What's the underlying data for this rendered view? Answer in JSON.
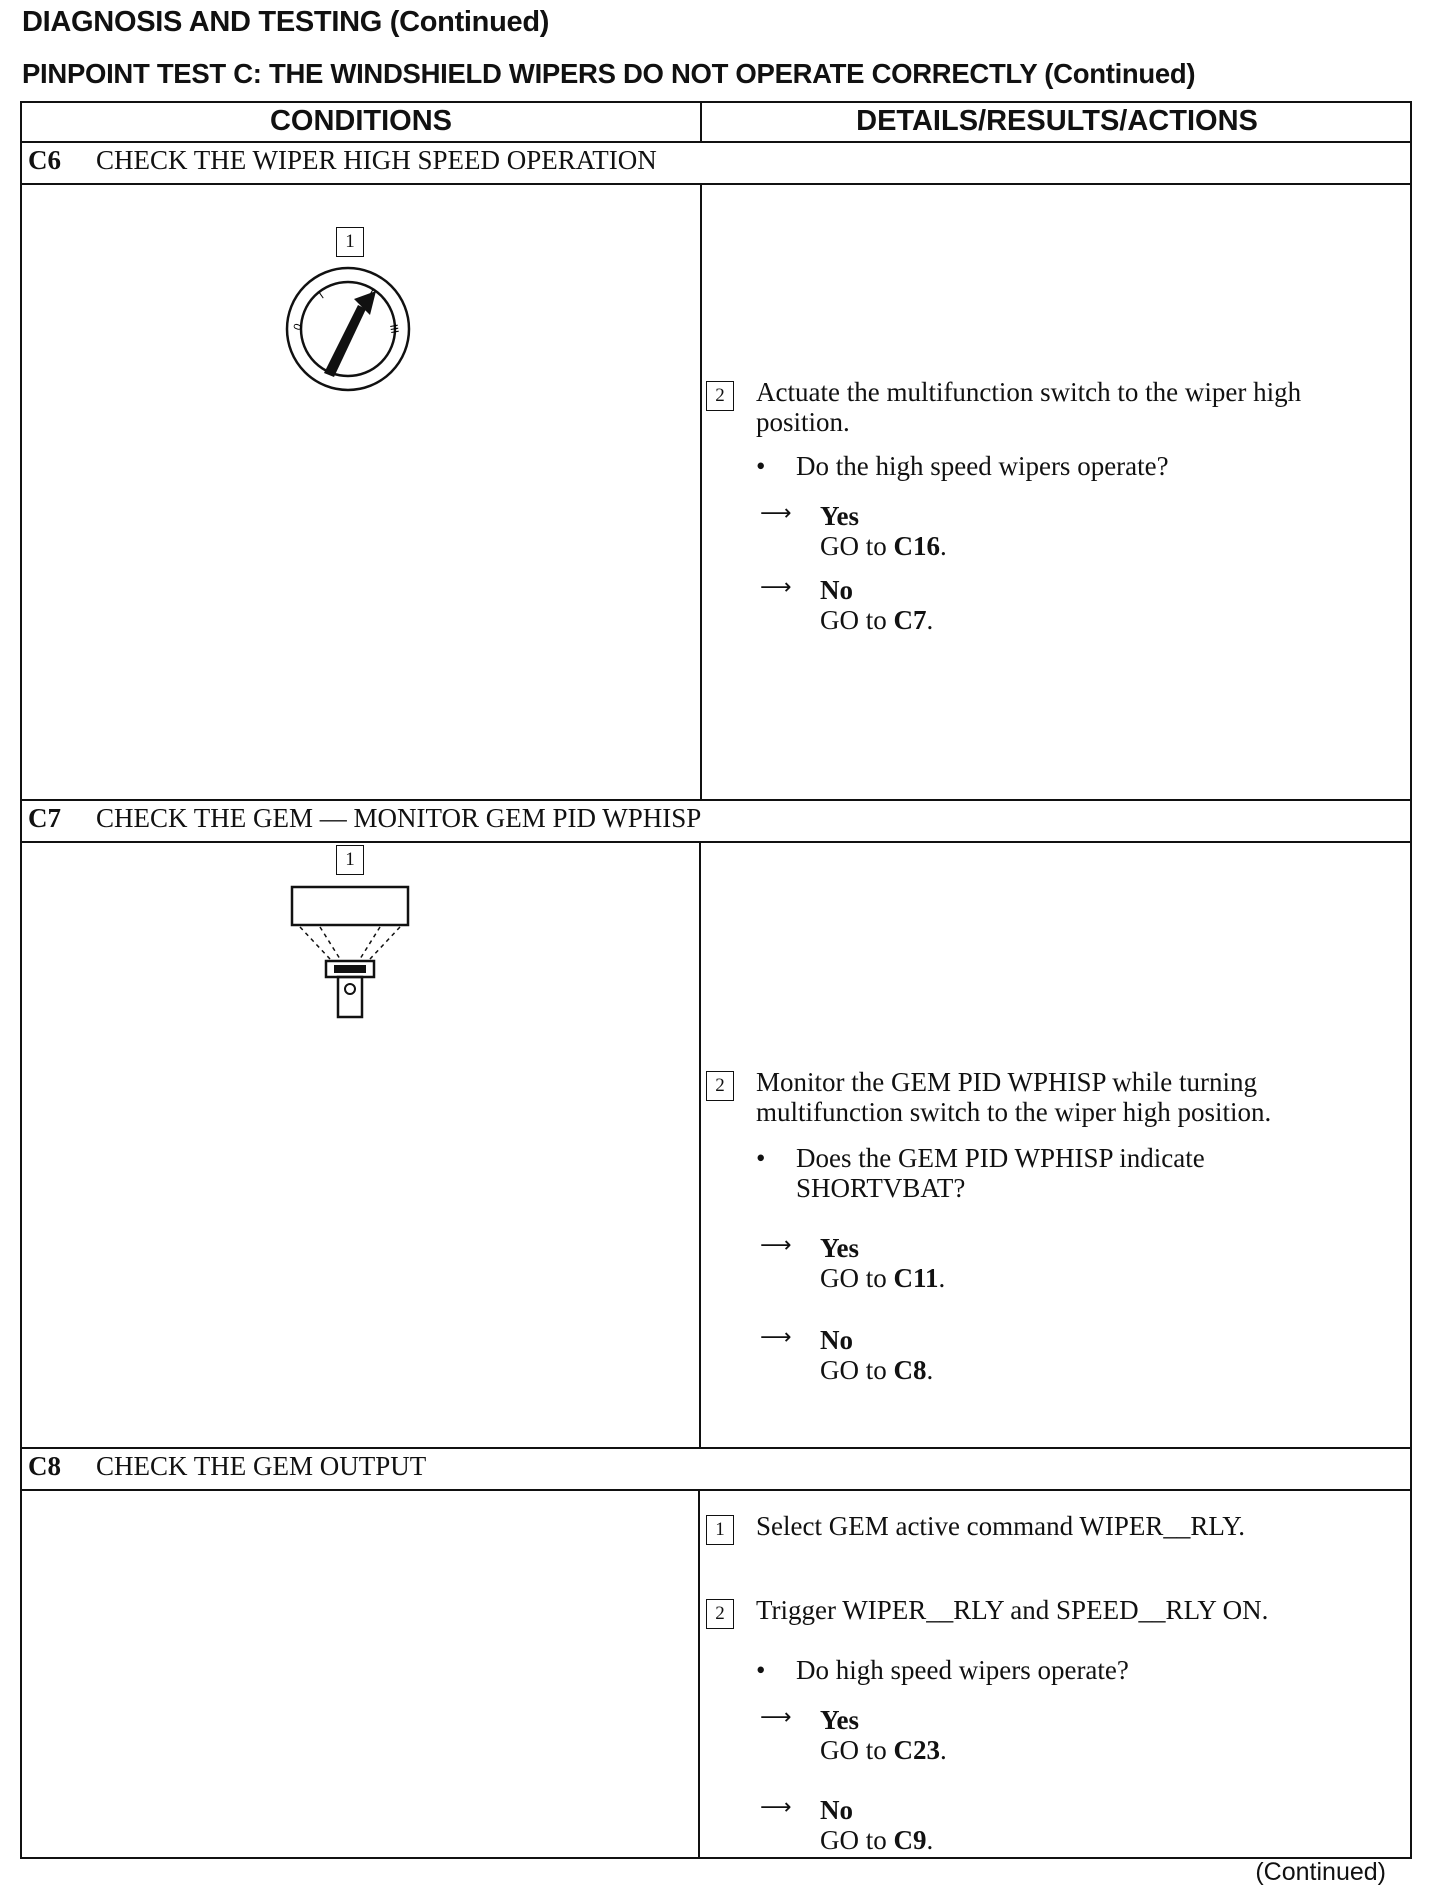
{
  "heading": "DIAGNOSIS AND TESTING (Continued)",
  "test_title": "PINPOINT TEST C:  THE WINDSHIELD WIPERS DO NOT OPERATE CORRECTLY (Continued)",
  "columns": {
    "conditions": "CONDITIONS",
    "details": "DETAILS/RESULTS/ACTIONS"
  },
  "steps": [
    {
      "id": "C6",
      "title": "CHECK THE WIPER HIGH SPEED OPERATION",
      "condition_callout": "1",
      "condition_icon": "ignition-switch-icon",
      "actions": [
        {
          "num": "2",
          "text": "Actuate the multifunction switch to the wiper high position."
        }
      ],
      "question": "Do the high speed wipers operate?",
      "results": [
        {
          "answer": "Yes",
          "goto_prefix": "GO to ",
          "target": "C16",
          "suffix": "."
        },
        {
          "answer": "No",
          "goto_prefix": "GO to ",
          "target": "C7",
          "suffix": "."
        }
      ]
    },
    {
      "id": "C7",
      "title": "CHECK THE GEM — MONITOR GEM PID WPHISP",
      "condition_callout": "1",
      "condition_icon": "scan-tool-connector-icon",
      "actions": [
        {
          "num": "2",
          "text": "Monitor the GEM PID WPHISP while turning multifunction switch to the wiper high position."
        }
      ],
      "question": "Does the GEM PID WPHISP indicate SHORTVBAT?",
      "results": [
        {
          "answer": "Yes",
          "goto_prefix": "GO to ",
          "target": "C11",
          "suffix": "."
        },
        {
          "answer": "No",
          "goto_prefix": "GO to ",
          "target": "C8",
          "suffix": "."
        }
      ]
    },
    {
      "id": "C8",
      "title": "CHECK THE GEM OUTPUT",
      "actions": [
        {
          "num": "1",
          "text": "Select GEM active command WIPER__RLY."
        },
        {
          "num": "2",
          "text": "Trigger WIPER__RLY and SPEED__RLY ON."
        }
      ],
      "question": "Do high speed wipers operate?",
      "results": [
        {
          "answer": "Yes",
          "goto_prefix": "GO to ",
          "target": "C23",
          "suffix": "."
        },
        {
          "answer": "No",
          "goto_prefix": "GO to ",
          "target": "C9",
          "suffix": "."
        }
      ]
    }
  ],
  "footer": "(Continued)"
}
